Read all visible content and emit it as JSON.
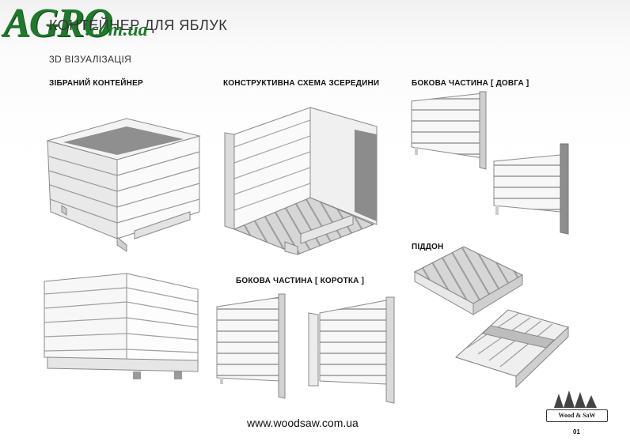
{
  "header": {
    "logo_main": "AGRO",
    "logo_domain": ".com.ua",
    "title": "КОНТЕЙНЕР ДЛЯ ЯБЛУК",
    "subtitle": "3D ВІЗУАЛІЗАЦІЯ"
  },
  "sections": {
    "assembled": "ЗІБРАНИЙ КОНТЕЙНЕР",
    "scheme": "КОНСТРУКТИВНА СХЕМА ЗСЕРЕДИНИ",
    "side_long": "БОКОВА ЧАСТИНА [ ДОВГА ]",
    "side_short": "БОКОВА ЧАСТИНА [ КОРОТКА ]",
    "pallet": "ПІДДОН"
  },
  "footer": {
    "website": "www.woodsaw.com.ua",
    "brand": "Wood & SaW",
    "page": "01"
  },
  "colors": {
    "logo_green": "#1e7a2a",
    "wood_light": "#f7f7f7",
    "wood_mid": "#d9d9d9",
    "wood_dark": "#9a9a9a",
    "edge": "#7a7a7a"
  }
}
